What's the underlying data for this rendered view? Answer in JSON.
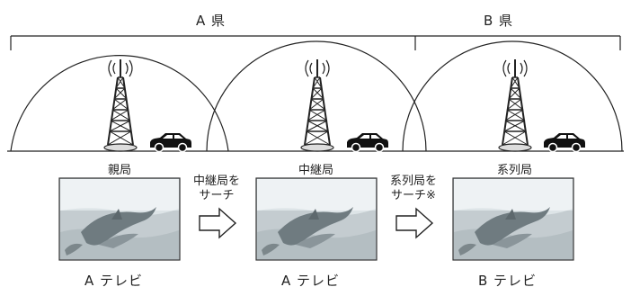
{
  "regions": [
    {
      "label": "A 県"
    },
    {
      "label": "B 県"
    }
  ],
  "stations": [
    {
      "label": "親局"
    },
    {
      "label": "中継局"
    },
    {
      "label": "系列局"
    }
  ],
  "actions": [
    {
      "line1": "中継局を",
      "line2": "サーチ"
    },
    {
      "line1": "系列局を",
      "line2": "サーチ※"
    }
  ],
  "channels": [
    {
      "label": "A テレビ"
    },
    {
      "label": "A テレビ"
    },
    {
      "label": "B テレビ"
    }
  ],
  "colors": {
    "line": "#222222",
    "car": "#111111",
    "photo_sky": "#e8eef0",
    "photo_water": "#c9d2d6",
    "dolphin": "#6f7b80"
  },
  "icons": {
    "tower": "broadcast-tower-icon",
    "car": "car-icon",
    "arrow": "right-arrow-icon",
    "photo": "dolphin-photo"
  }
}
